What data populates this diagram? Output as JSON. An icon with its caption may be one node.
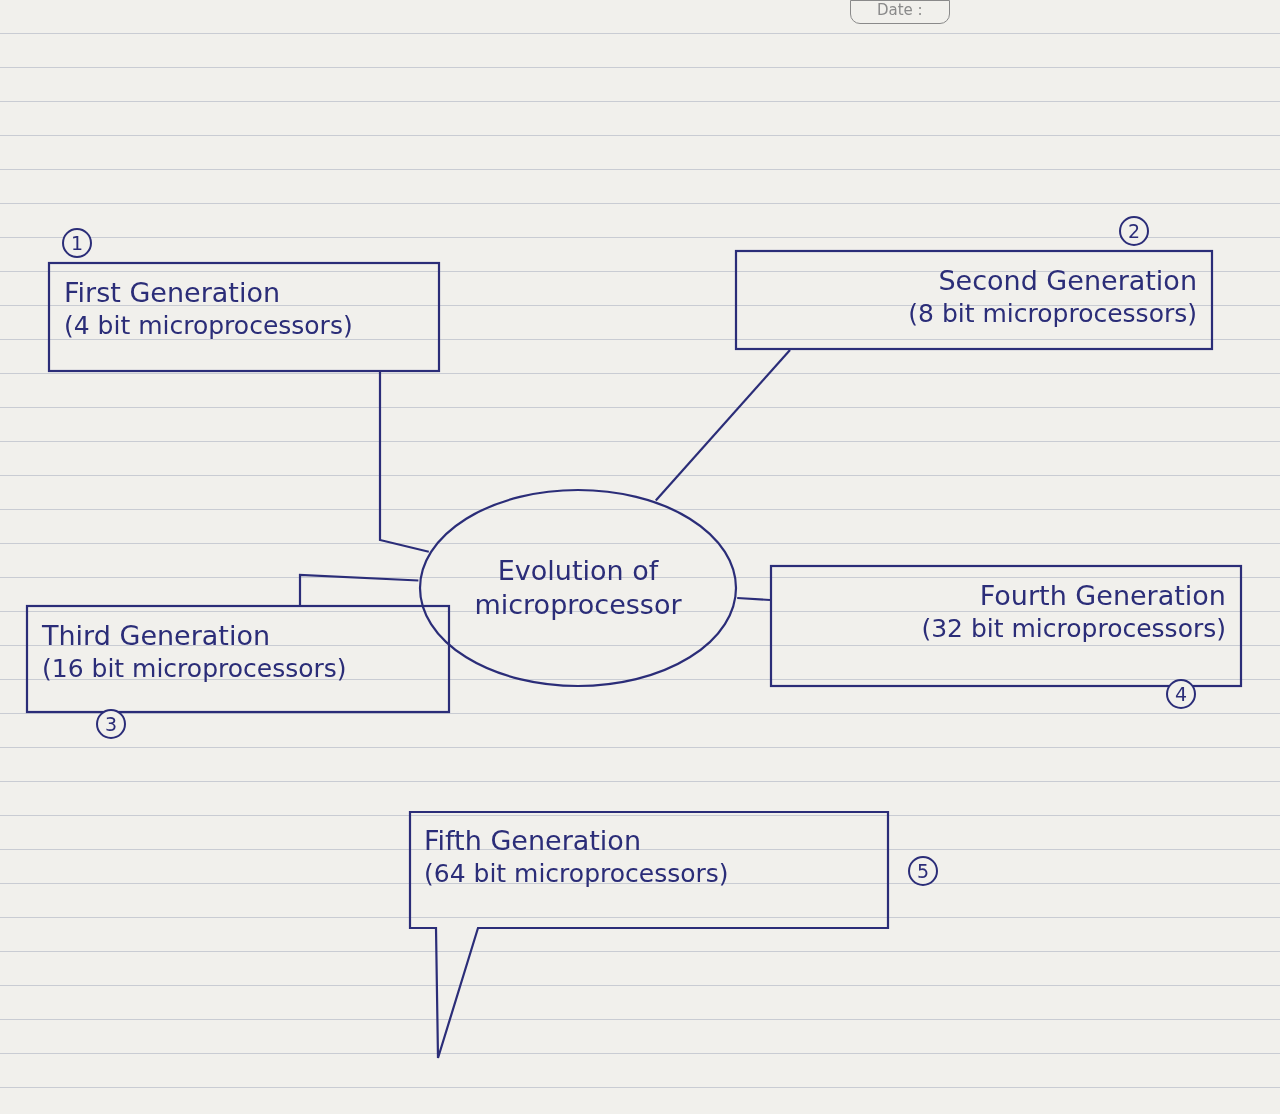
{
  "diagram": {
    "nodes": [
      {
        "text": [
          "First Generation",
          "(4 bit microprocessors)"
        ],
        "beside": [
          "1"
        ]
      },
      {
        "text": [
          "Second Generation",
          "(8 bit microprocessors)"
        ],
        "beside": [
          "2"
        ]
      },
      {
        "text": [
          "Evolution of microprocessor"
        ]
      },
      {
        "text": [
          "Third Generation",
          "(16 bit microprocessors)"
        ],
        "beside": [
          "3"
        ]
      },
      {
        "text": [
          "Fourth Generation",
          "(32 bit microprocessors)"
        ],
        "beside": [
          "4"
        ]
      },
      {
        "text": [
          "Fifth Generation",
          "(64 bit microprocessors)"
        ],
        "beside": [
          "5"
        ]
      }
    ],
    "edges": [
      {
        "from": 0,
        "to": 2,
        "arrow": "none"
      },
      {
        "from": 1,
        "to": 2,
        "arrow": "none"
      },
      {
        "from": 3,
        "to": 2,
        "arrow": "none"
      },
      {
        "from": 4,
        "to": 2,
        "arrow": "none"
      }
    ],
    "labels": [
      "Date :"
    ]
  }
}
